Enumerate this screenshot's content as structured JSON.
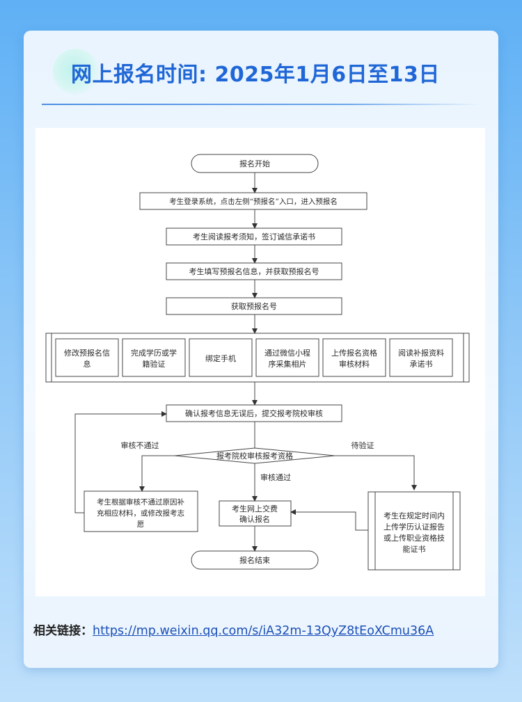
{
  "title": "网上报名时间: 2025年1月6日至13日",
  "flowchart": {
    "start": "报名开始",
    "step1": "考生登录系统，点击左侧“预报名”入口，进入预报名",
    "step2": "考生阅读报考须知，签订诚信承诺书",
    "step3": "考生填写预报名信息，并获取预报名号",
    "step4": "获取预报名号",
    "parallel": [
      [
        "修改预报名信",
        "息"
      ],
      [
        "完成学历或学",
        "籍验证"
      ],
      [
        "绑定手机"
      ],
      [
        "通过微信小程",
        "序采集相片"
      ],
      [
        "上传报名资格",
        "审核材料"
      ],
      [
        "阅读补报资料",
        "承诺书"
      ]
    ],
    "confirm": "确认报考信息无误后，提交报考院校审核",
    "decision": "报考院校审核报考资格",
    "label_fail": "审核不通过",
    "label_pass": "审核通过",
    "label_pending": "待验证",
    "fail_box": [
      "考生根据审核不通过原因补",
      "充相应材料，或修改报考志",
      "愿"
    ],
    "pay_box": [
      "考生网上交费",
      "确认报名"
    ],
    "pending_box": [
      "考生在规定时间内",
      "上传学历认证报告",
      "或上传职业资格技",
      "能证书"
    ],
    "end": "报名结束"
  },
  "related": {
    "label": "相关链接：",
    "url": "https://mp.weixin.qq.com/s/iA32m-13QyZ8tEoXCmu36A"
  }
}
